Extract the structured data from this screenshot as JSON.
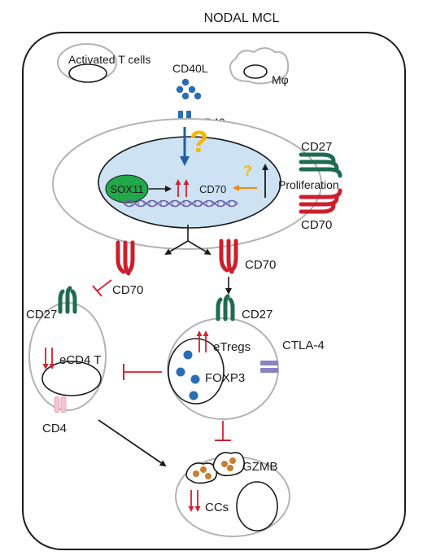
{
  "title": "NODAL MCL",
  "labels": {
    "activated_t_cells": "Activated T cells",
    "macrophage": "Mφ",
    "cd40l": "CD40L",
    "cd40": "CD40",
    "question": "?",
    "sox11": "SOX11",
    "cd70_nucleus": "CD70",
    "proliferation": "Proliferation",
    "cd27_surface": "CD27",
    "cd70_surface": "CD70",
    "cd70_left": "CD70",
    "cd70_right": "CD70",
    "cd27_left": "CD27",
    "cd27_treg": "CD27",
    "ecd4t": "eCD4 T",
    "cd4": "CD4",
    "etregs": "eTregs",
    "ctla4": "CTLA-4",
    "foxp3": "FOXP3",
    "gzmb": "GZMB",
    "ccs": "CCs"
  },
  "colors": {
    "dark_blue": "#1f5fa0",
    "receptor_blue": "#2a6db5",
    "question_yellow": "#f5b800",
    "sox11_green": "#21a84a",
    "cd27_green": "#1e6b52",
    "cd70_red": "#cc1f2e",
    "arrow_red": "#d42030",
    "orange": "#f08a18",
    "nucleus_fill": "#cde3f4",
    "ctla4_purple": "#8a84c3",
    "cd4_pink": "#f4c4cf",
    "granule_brown": "#c7802e",
    "membrane_gray": "#b3b3b3",
    "dna_purple": "#6b5aa6"
  }
}
